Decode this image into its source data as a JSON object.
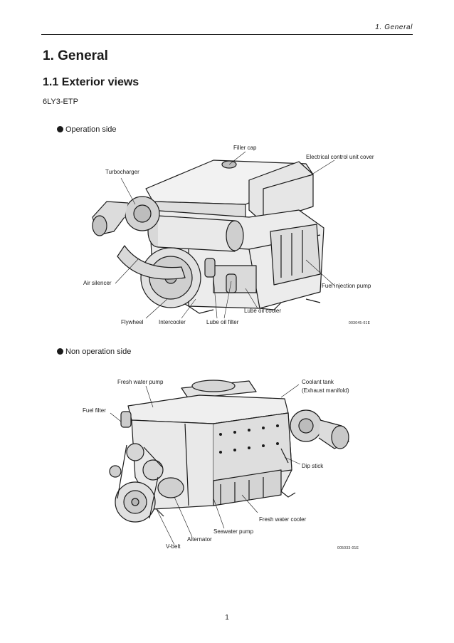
{
  "header": {
    "running_title": "1.  General"
  },
  "heading": {
    "chapter": "1.  General",
    "section": "1.1 Exterior views"
  },
  "model": "6LY3-ETP",
  "operation_side": {
    "title": "Operation side",
    "labels": {
      "filler_cap": "Filler cap",
      "ecu_cover": "Electrical control unit cover",
      "turbocharger": "Turbocharger",
      "air_silencer": "Air silencer",
      "fuel_injection_pump": "Fuel injection pump",
      "lube_oil_cooler": "Lube oil cooler",
      "flywheel": "Flywheel",
      "intercooler": "Intercooler",
      "lube_oil_filter": "Lube oil filter"
    },
    "figure_code": "003045-01E"
  },
  "non_operation_side": {
    "title": "Non operation side",
    "labels": {
      "fresh_water_pump": "Fresh water pump",
      "coolant_tank": "Coolant tank",
      "exhaust_manifold": "(Exhaust manifold)",
      "fuel_filter": "Fuel filter",
      "dip_stick": "Dip stick",
      "fresh_water_cooler": "Fresh water cooler",
      "seawater_pump": "Seawater pump",
      "alternator": "Alternator",
      "v_belt": "V-belt"
    },
    "figure_code": "005033-01E"
  },
  "footer": {
    "page_number": "1"
  }
}
